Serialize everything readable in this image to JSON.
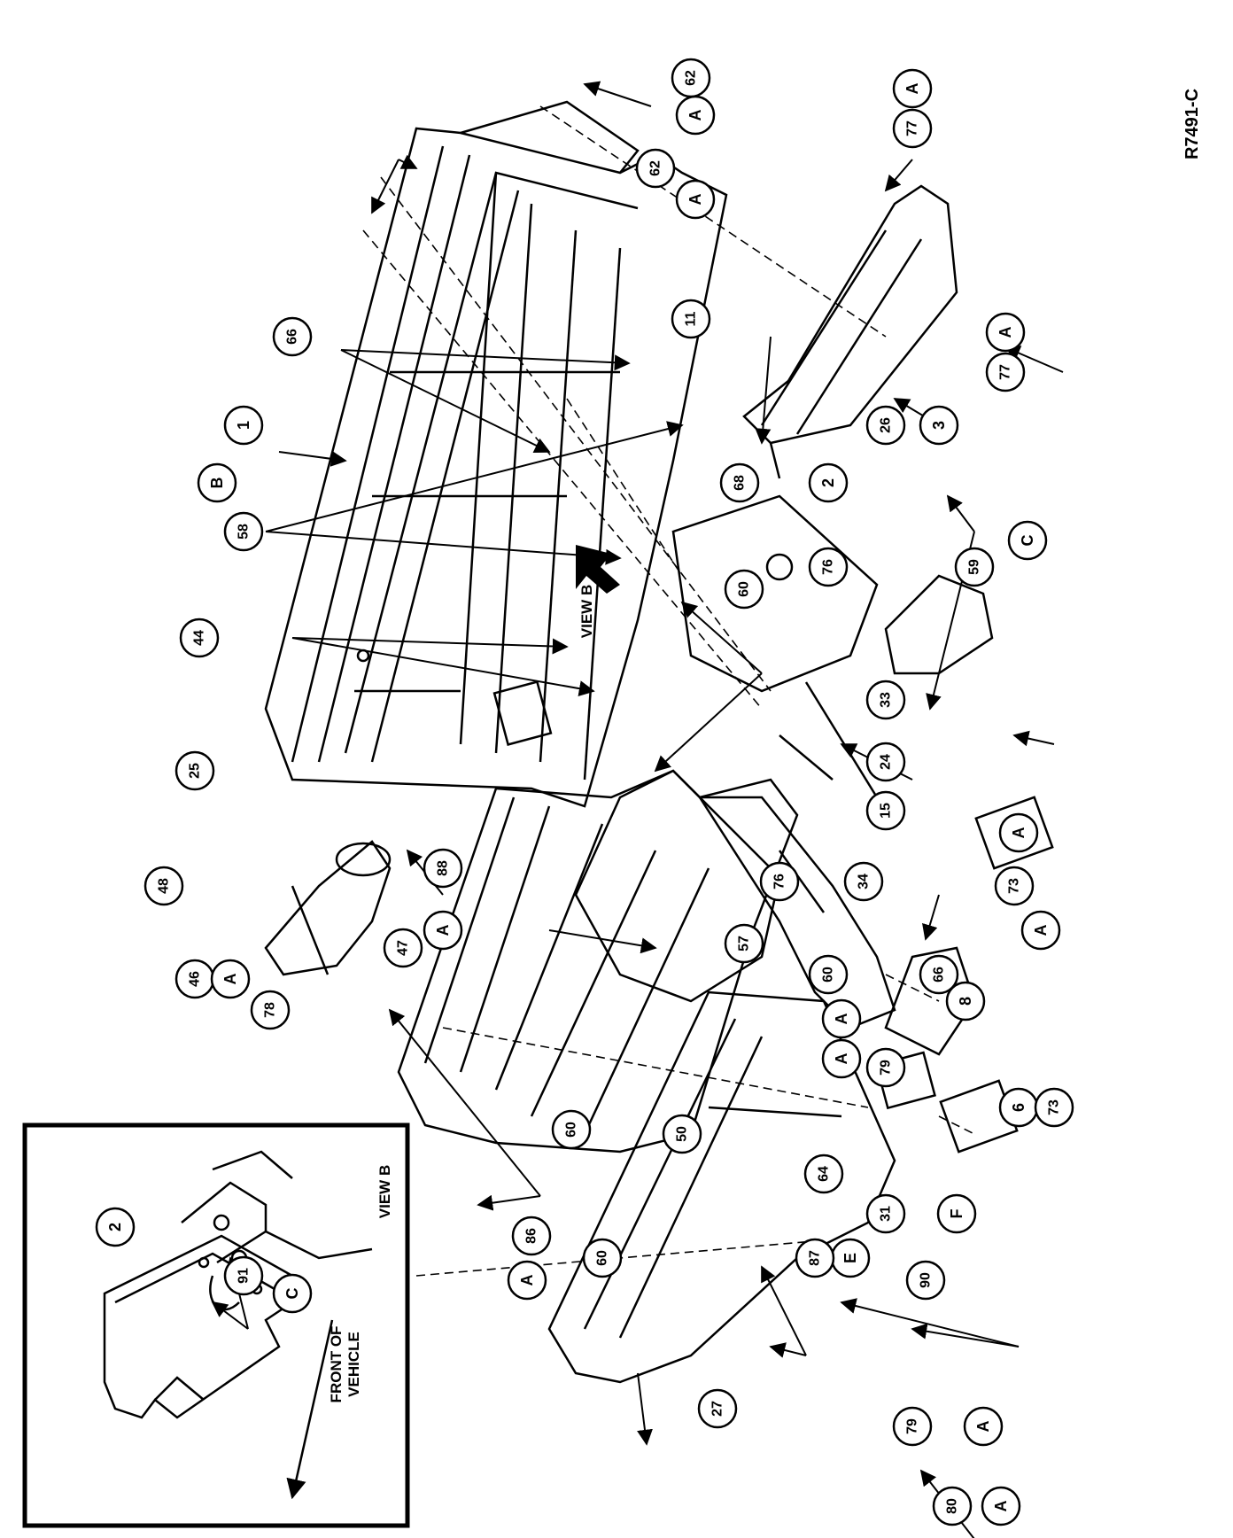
{
  "figure_id": "R7491-C",
  "inset": {
    "title": "VIEW B",
    "front_label_line1": "FRONT OF",
    "front_label_line2": "VEHICLE",
    "callouts": [
      "2",
      "91",
      "C"
    ]
  },
  "view_b_label": "VIEW B",
  "callouts": [
    "62",
    "A",
    "62",
    "A",
    "77",
    "A",
    "77",
    "A",
    "66",
    "1",
    "58",
    "B",
    "11",
    "44",
    "26",
    "68",
    "2",
    "3",
    "60",
    "76",
    "59",
    "C",
    "33",
    "24",
    "25",
    "48",
    "47",
    "A",
    "88",
    "34",
    "76",
    "15",
    "A",
    "60",
    "A",
    "73",
    "57",
    "66",
    "46",
    "78",
    "A",
    "8",
    "6",
    "73",
    "E",
    "87",
    "60",
    "A",
    "86",
    "64",
    "50",
    "A",
    "60",
    "79",
    "A",
    "31",
    "F",
    "90",
    "27",
    "79",
    "A",
    "80",
    "A",
    "2",
    "91",
    "C"
  ]
}
